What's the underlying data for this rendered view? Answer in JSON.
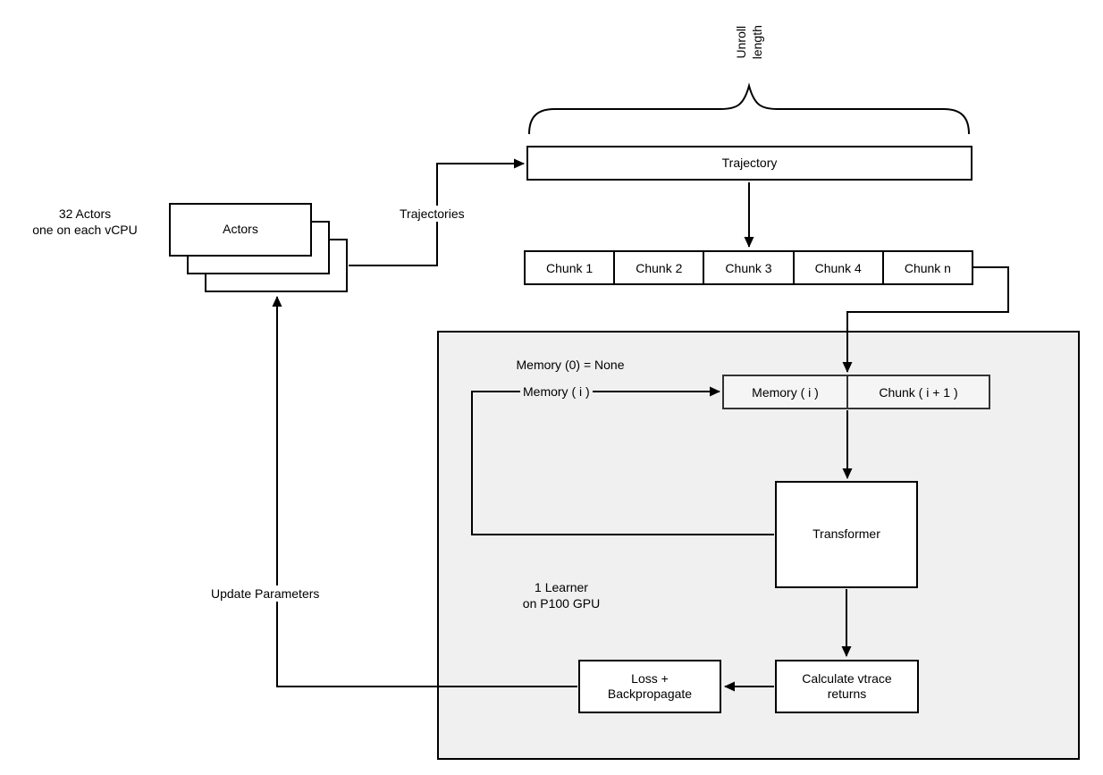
{
  "diagram": {
    "title_hint": "Actor-Learner training diagram",
    "colors": {
      "stroke": "#000000",
      "box_fill": "#ffffff",
      "learner_fill": "#f0f0f0",
      "memory_cell_fill": "#f5f5f5",
      "background": "#ffffff"
    },
    "unroll_label": {
      "line1": "Unroll",
      "line2": "length"
    },
    "trajectory_box": {
      "label": "Trajectory"
    },
    "chunks": [
      "Chunk 1",
      "Chunk 2",
      "Chunk 3",
      "Chunk 4",
      "Chunk n"
    ],
    "actors": {
      "box_label": "Actors",
      "annotation_line1": "32 Actors",
      "annotation_line2": "one on each vCPU"
    },
    "edges": {
      "trajectories_label": "Trajectories",
      "update_parameters_label": "Update Parameters",
      "memory_i_label": "Memory ( i )"
    },
    "learner": {
      "memory_note": "Memory (0) = None",
      "annotation_line1": "1 Learner",
      "annotation_line2": "on P100 GPU",
      "memory_cell": "Memory ( i )",
      "chunk_cell": "Chunk ( i + 1 )",
      "transformer_label": "Transformer",
      "vtrace_line1": "Calculate vtrace",
      "vtrace_line2": "returns",
      "loss_line1": "Loss +",
      "loss_line2": "Backpropagate"
    }
  }
}
